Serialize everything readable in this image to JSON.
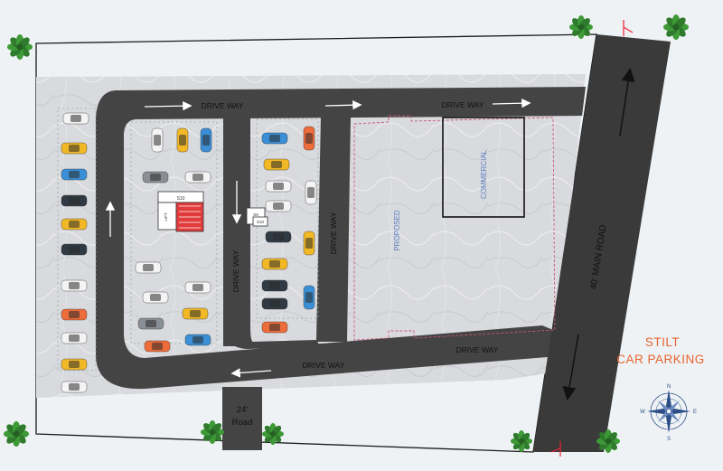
{
  "title": {
    "line1": "STILT",
    "line2": "CAR PARKING"
  },
  "labels": {
    "drive_way_top_left": "DRIVE WAY",
    "drive_way_top_right": "DRIVE WAY",
    "drive_way_vertical_right": "DRIVE WAY",
    "drive_way_vertical_left": "DRIVE WAY",
    "drive_way_bottom_left": "DRIVE WAY",
    "drive_way_bottom_right": "DRIVE WAY",
    "commercial": "COMMERCIAL",
    "proposed": "PROPOSED",
    "main_road": "40' MAIN ROAD",
    "road_24_line1": "24'",
    "road_24_line2": "Road",
    "lift_label": "LIFT",
    "stair_label": "S10",
    "tag_a": "S10",
    "tag_b": "S10",
    "tag_c": "S9"
  },
  "compass": {
    "n": "N",
    "s": "S",
    "e": "E",
    "w": "W"
  },
  "colors": {
    "accent": "#e8622c",
    "compass": "#2d4e86",
    "road": "#444444",
    "plot_bg": "#dcdde0",
    "boundary": "#1a1a1a",
    "proposed_dash": "#c9557a",
    "proposed_text": "#5b7fc4"
  },
  "legend_car_colors": [
    "yellow",
    "blue",
    "grey",
    "white",
    "orange",
    "dark"
  ]
}
